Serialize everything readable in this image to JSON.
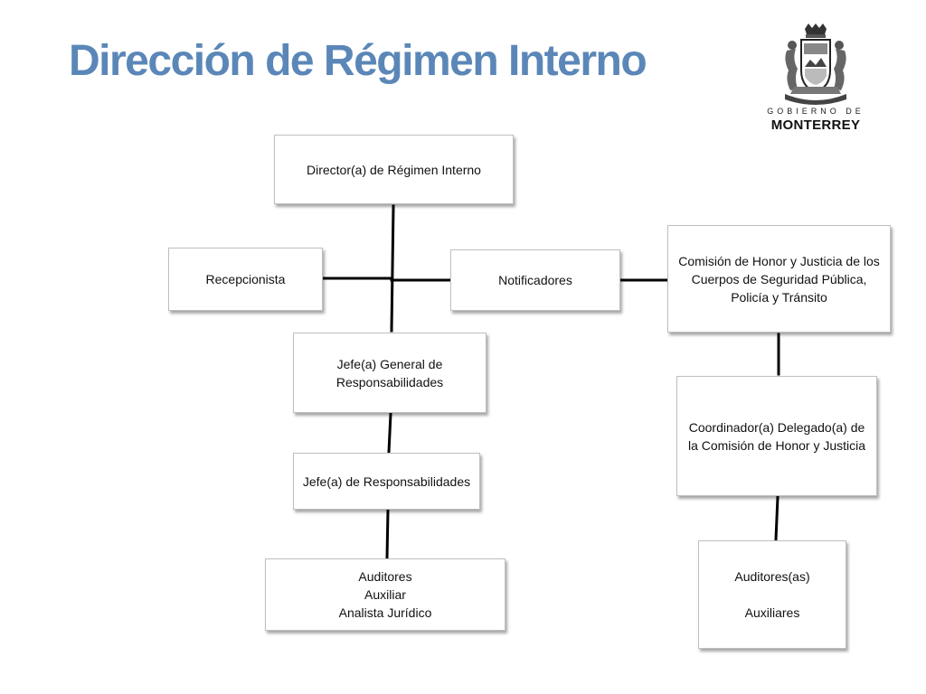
{
  "title": "Dirección de Régimen Interno",
  "logo": {
    "line1": "GOBIERNO DE",
    "line2": "MONTERREY"
  },
  "boxes": {
    "director": [
      "Director(a) de Régimen Interno"
    ],
    "recepcionista": [
      "Recepcionista"
    ],
    "notificadores": [
      "Notificadores"
    ],
    "comision": [
      "Comisión de Honor y Justicia de los",
      "Cuerpos de Seguridad Pública,",
      "Policía y Tránsito"
    ],
    "jefe_general": [
      "Jefe(a) General de",
      "Responsabilidades"
    ],
    "coordinador": [
      "Coordinador(a) Delegado(a) de",
      "la Comisión de Honor y Justicia"
    ],
    "jefe_resp": [
      "Jefe(a) de Responsabilidades"
    ],
    "auditores_left": [
      "Auditores",
      "Auxiliar",
      "Analista Jurídico"
    ],
    "auditores_right": [
      "Auditores(as)",
      "",
      "Auxiliares"
    ]
  },
  "colors": {
    "title": "#5b87b8",
    "connector": "#000000",
    "box_border": "#bfbfbf"
  }
}
